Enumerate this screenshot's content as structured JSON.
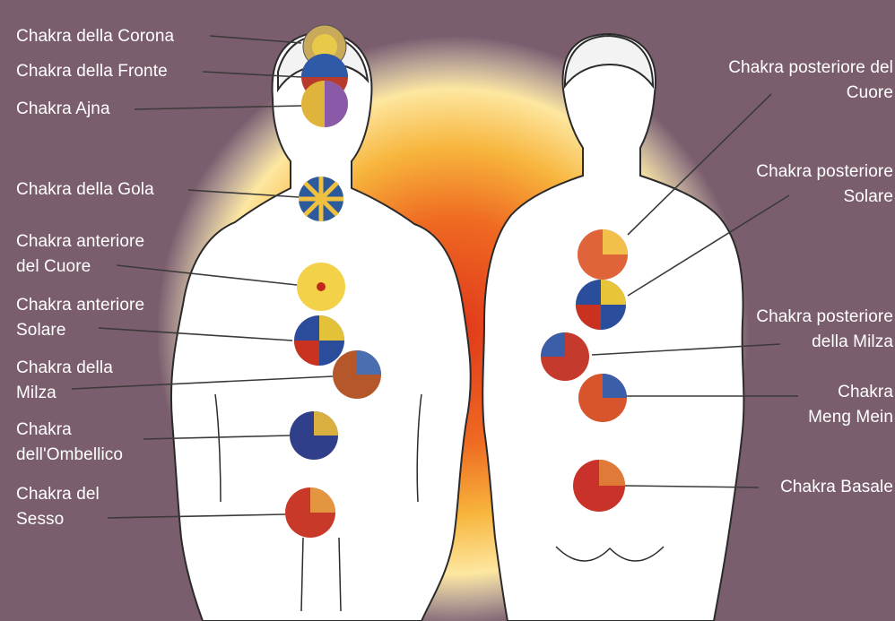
{
  "colors": {
    "background": "#7b5e6e",
    "glow_center": "#e8421a",
    "glow_mid": "#f7b23a",
    "glow_edge": "#fff5c2",
    "body": "#ffffff",
    "outline": "#2b2b2b",
    "pointer": "#3a3a3a"
  },
  "front_labels": [
    {
      "id": "corona",
      "lines": [
        "Chakra della Corona"
      ]
    },
    {
      "id": "fronte",
      "lines": [
        "Chakra della Fronte"
      ]
    },
    {
      "id": "ajna",
      "lines": [
        "Chakra Ajna"
      ]
    },
    {
      "id": "gola",
      "lines": [
        "Chakra della Gola"
      ]
    },
    {
      "id": "cuore-ant",
      "lines": [
        "Chakra anteriore",
        "del Cuore"
      ]
    },
    {
      "id": "solare-ant",
      "lines": [
        "Chakra anteriore",
        "Solare"
      ]
    },
    {
      "id": "milza",
      "lines": [
        "Chakra della",
        "Milza"
      ]
    },
    {
      "id": "ombelico",
      "lines": [
        "Chakra",
        "dell'Ombellico"
      ]
    },
    {
      "id": "sesso",
      "lines": [
        "Chakra del",
        "Sesso"
      ]
    }
  ],
  "back_labels": [
    {
      "id": "cuore-post",
      "lines": [
        "Chakra posteriore del",
        "Cuore"
      ]
    },
    {
      "id": "solare-post",
      "lines": [
        "Chakra posteriore",
        "Solare"
      ]
    },
    {
      "id": "milza-post",
      "lines": [
        "Chakra posteriore",
        "della Milza"
      ]
    },
    {
      "id": "meng-mein",
      "lines": [
        "Chakra",
        "Meng Mein"
      ]
    },
    {
      "id": "basale",
      "lines": [
        "Chakra Basale"
      ]
    }
  ]
}
